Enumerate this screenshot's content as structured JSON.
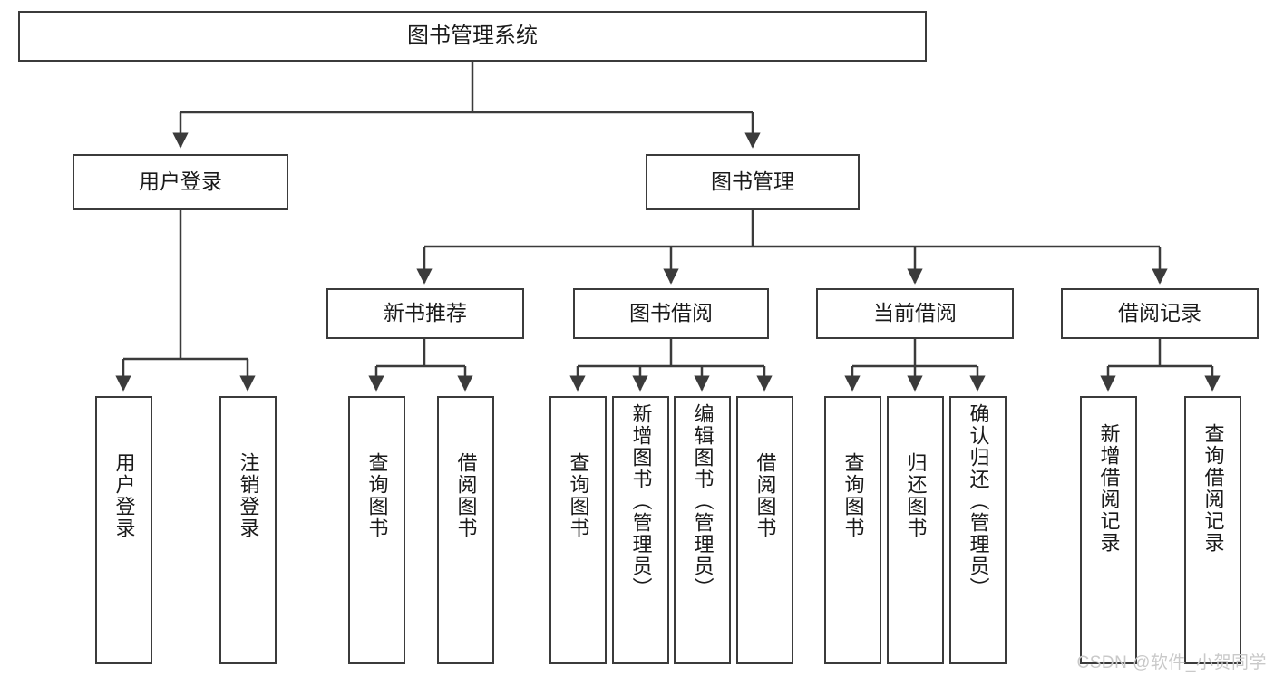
{
  "diagram": {
    "type": "tree-hierarchy",
    "title": "图书管理系统",
    "watermark": "CSDN @软件_小贺同学",
    "colors": {
      "box_border": "#3b3b3b",
      "box_fill": "#ffffff",
      "edge": "#3b3b3b",
      "text": "#1a1a1a",
      "watermark": "#c9c9c9",
      "background": "#ffffff"
    },
    "nodes": {
      "root": {
        "label": "图书管理系统"
      },
      "level2": [
        {
          "id": "user-login",
          "label": "用户登录"
        },
        {
          "id": "book-manage",
          "label": "图书管理"
        }
      ],
      "level3": [
        {
          "id": "new-book-recommend",
          "label": "新书推荐"
        },
        {
          "id": "book-borrow",
          "label": "图书借阅"
        },
        {
          "id": "current-borrow",
          "label": "当前借阅"
        },
        {
          "id": "borrow-record",
          "label": "借阅记录"
        }
      ],
      "leaves": [
        {
          "id": "leaf-user-login",
          "label": "用户登录",
          "parent": "user-login"
        },
        {
          "id": "leaf-logout",
          "label": "注销登录",
          "parent": "user-login"
        },
        {
          "id": "leaf-query-book-1",
          "label": "查询图书",
          "parent": "new-book-recommend"
        },
        {
          "id": "leaf-borrow-book-1",
          "label": "借阅图书",
          "parent": "new-book-recommend"
        },
        {
          "id": "leaf-query-book-2",
          "label": "查询图书",
          "parent": "book-borrow"
        },
        {
          "id": "leaf-add-book",
          "label": "新增图书（管理员）",
          "parent": "book-borrow"
        },
        {
          "id": "leaf-edit-book",
          "label": "编辑图书（管理员）",
          "parent": "book-borrow"
        },
        {
          "id": "leaf-borrow-book-2",
          "label": "借阅图书",
          "parent": "book-borrow"
        },
        {
          "id": "leaf-query-book-3",
          "label": "查询图书",
          "parent": "current-borrow"
        },
        {
          "id": "leaf-return-book",
          "label": "归还图书",
          "parent": "current-borrow"
        },
        {
          "id": "leaf-confirm-return",
          "label": "确认归还（管理员）",
          "parent": "current-borrow"
        },
        {
          "id": "leaf-add-record",
          "label": "新增借阅记录",
          "parent": "borrow-record"
        },
        {
          "id": "leaf-query-record",
          "label": "查询借阅记录",
          "parent": "borrow-record"
        }
      ]
    }
  }
}
